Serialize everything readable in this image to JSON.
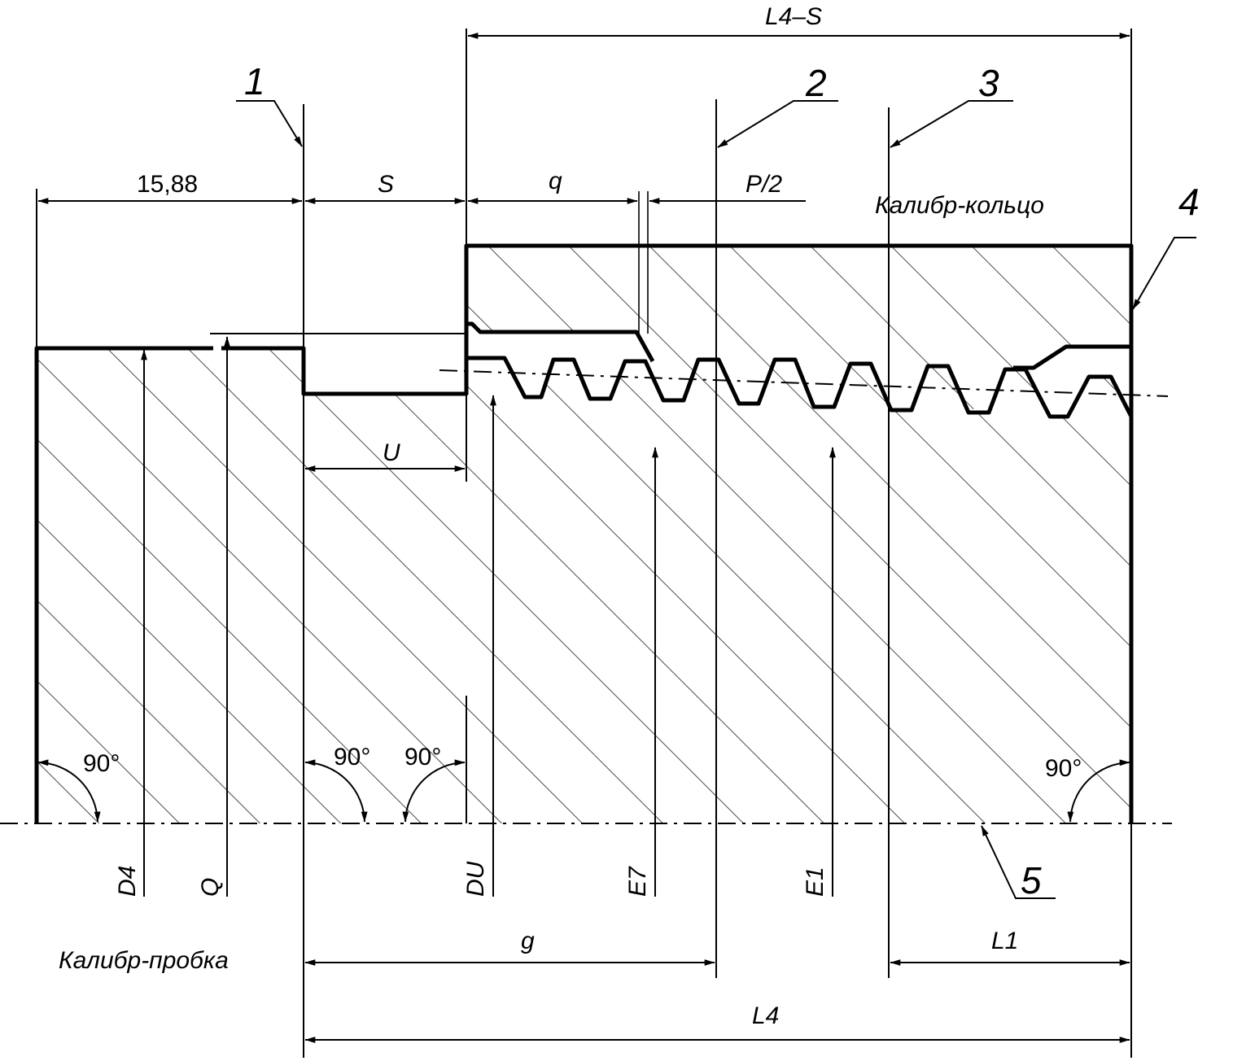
{
  "labels": {
    "dim_l4_minus_s": "L4–S",
    "dim_15_88": "15,88",
    "dim_s": "S",
    "dim_q": "q",
    "dim_p2": "P/2",
    "dim_u": "U",
    "dim_g": "g",
    "dim_l1": "L1",
    "dim_l4": "L4",
    "diam_d4": "D4",
    "diam_q": "Q",
    "diam_du": "DU",
    "diam_e7": "E7",
    "diam_e1": "E1",
    "angle": "90°",
    "ring_gauge": "Калибр-кольцо",
    "plug_gauge": "Калибр-пробка",
    "callout_1": "1",
    "callout_2": "2",
    "callout_3": "3",
    "callout_4": "4",
    "callout_5": "5"
  }
}
